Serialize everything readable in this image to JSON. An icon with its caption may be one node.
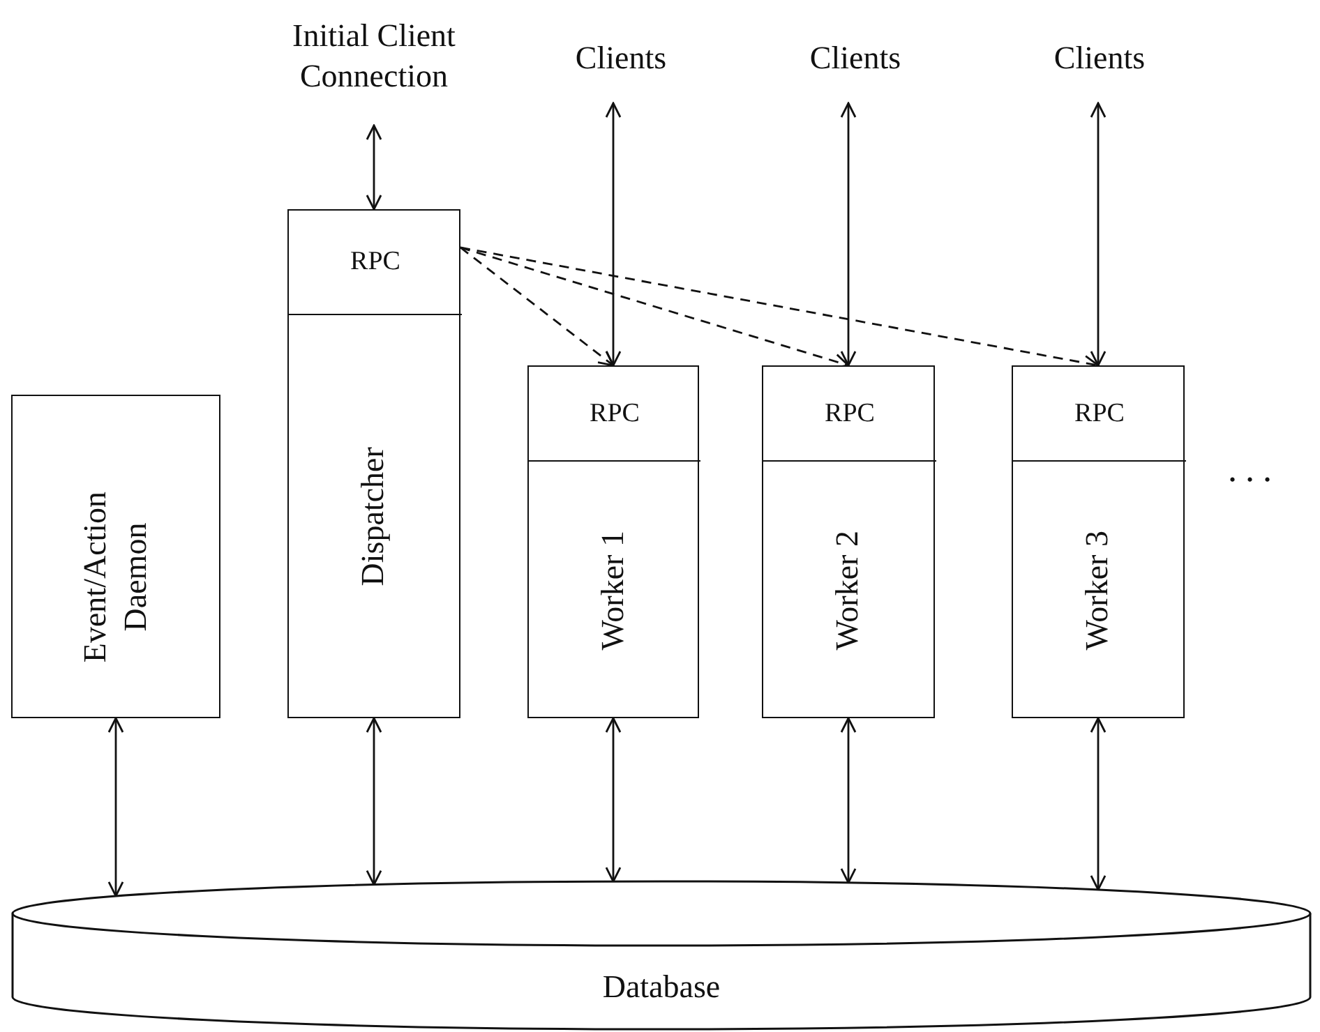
{
  "diagram": {
    "nodes": [
      {
        "text": [
          "Initial Client Connection"
        ]
      },
      {
        "text": [
          "Clients"
        ]
      },
      {
        "text": [
          "Clients"
        ]
      },
      {
        "text": [
          "Clients"
        ]
      },
      {
        "text": [
          "Event/Action Daemon"
        ]
      },
      {
        "text": [
          "Dispatcher"
        ]
      },
      {
        "text": [
          "RPC"
        ],
        "in": 5
      },
      {
        "text": [
          "Worker 1"
        ]
      },
      {
        "text": [
          "RPC"
        ],
        "in": 7
      },
      {
        "text": [
          "Worker 2"
        ]
      },
      {
        "text": [
          "RPC"
        ],
        "in": 9
      },
      {
        "text": [
          "Worker 3"
        ]
      },
      {
        "text": [
          "RPC"
        ],
        "in": 11
      },
      {
        "text": [
          "Database"
        ]
      }
    ],
    "edges": [
      {
        "from": 0,
        "to": 6,
        "arrow": "both"
      },
      {
        "from": 1,
        "to": 8,
        "arrow": "both"
      },
      {
        "from": 2,
        "to": 10,
        "arrow": "both"
      },
      {
        "from": 3,
        "to": 12,
        "arrow": "both"
      },
      {
        "from": 6,
        "to": 8,
        "arrow": "to",
        "style": "dashed"
      },
      {
        "from": 6,
        "to": 10,
        "arrow": "to",
        "style": "dashed"
      },
      {
        "from": 6,
        "to": 12,
        "arrow": "to",
        "style": "dashed"
      },
      {
        "from": 4,
        "to": 13,
        "arrow": "both"
      },
      {
        "from": 5,
        "to": 13,
        "arrow": "both"
      },
      {
        "from": 7,
        "to": 13,
        "arrow": "both"
      },
      {
        "from": 9,
        "to": 13,
        "arrow": "both"
      },
      {
        "from": 11,
        "to": 13,
        "arrow": "both"
      }
    ],
    "labels": [
      "..."
    ]
  }
}
